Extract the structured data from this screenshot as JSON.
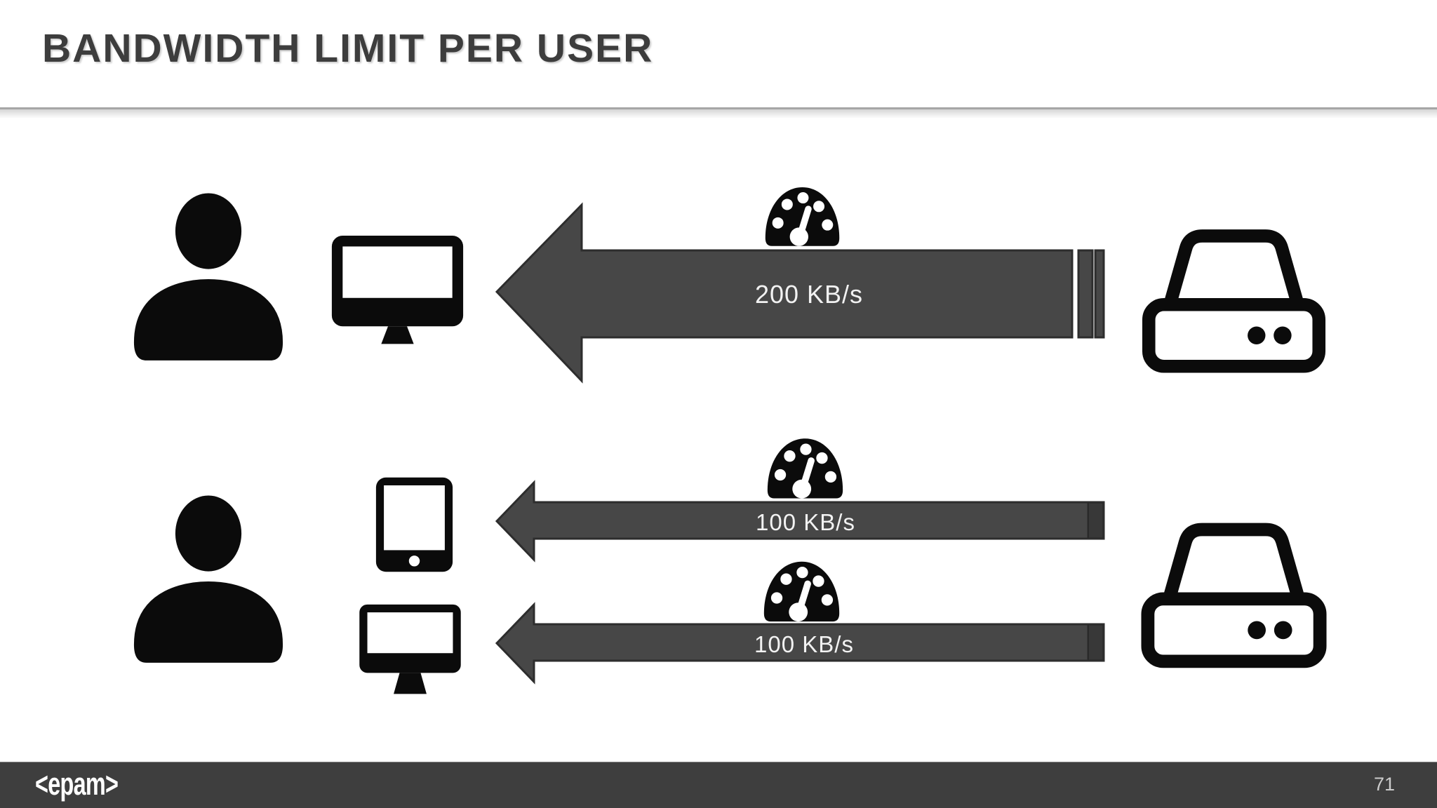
{
  "header": {
    "title": "BANDWIDTH LIMIT PER USER"
  },
  "diagram": {
    "row1": {
      "user": "user",
      "device": "desktop computer",
      "gauge": "speedometer",
      "bandwidth_label": "200 KB/s",
      "source": "storage server",
      "arrow_direction": "left"
    },
    "row2": {
      "user": "user",
      "source": "storage server",
      "connections": [
        {
          "device": "tablet",
          "gauge": "speedometer",
          "bandwidth_label": "100 KB/s",
          "arrow_direction": "left"
        },
        {
          "device": "desktop computer",
          "gauge": "speedometer",
          "bandwidth_label": "100 KB/s",
          "arrow_direction": "left"
        }
      ]
    }
  },
  "footer": {
    "logo_text": "<epam>",
    "page_number": "71"
  },
  "colors": {
    "arrow_fill": "#474747",
    "arrow_outline": "#2d2d2d",
    "icon_black": "#0b0b0b",
    "footer_bg": "#3e3e3e",
    "title_gray": "#3d3d3d",
    "divider_gray": "#a6a6a6",
    "label_white": "#f2f2f2",
    "page_number_gray": "#cccccc"
  }
}
